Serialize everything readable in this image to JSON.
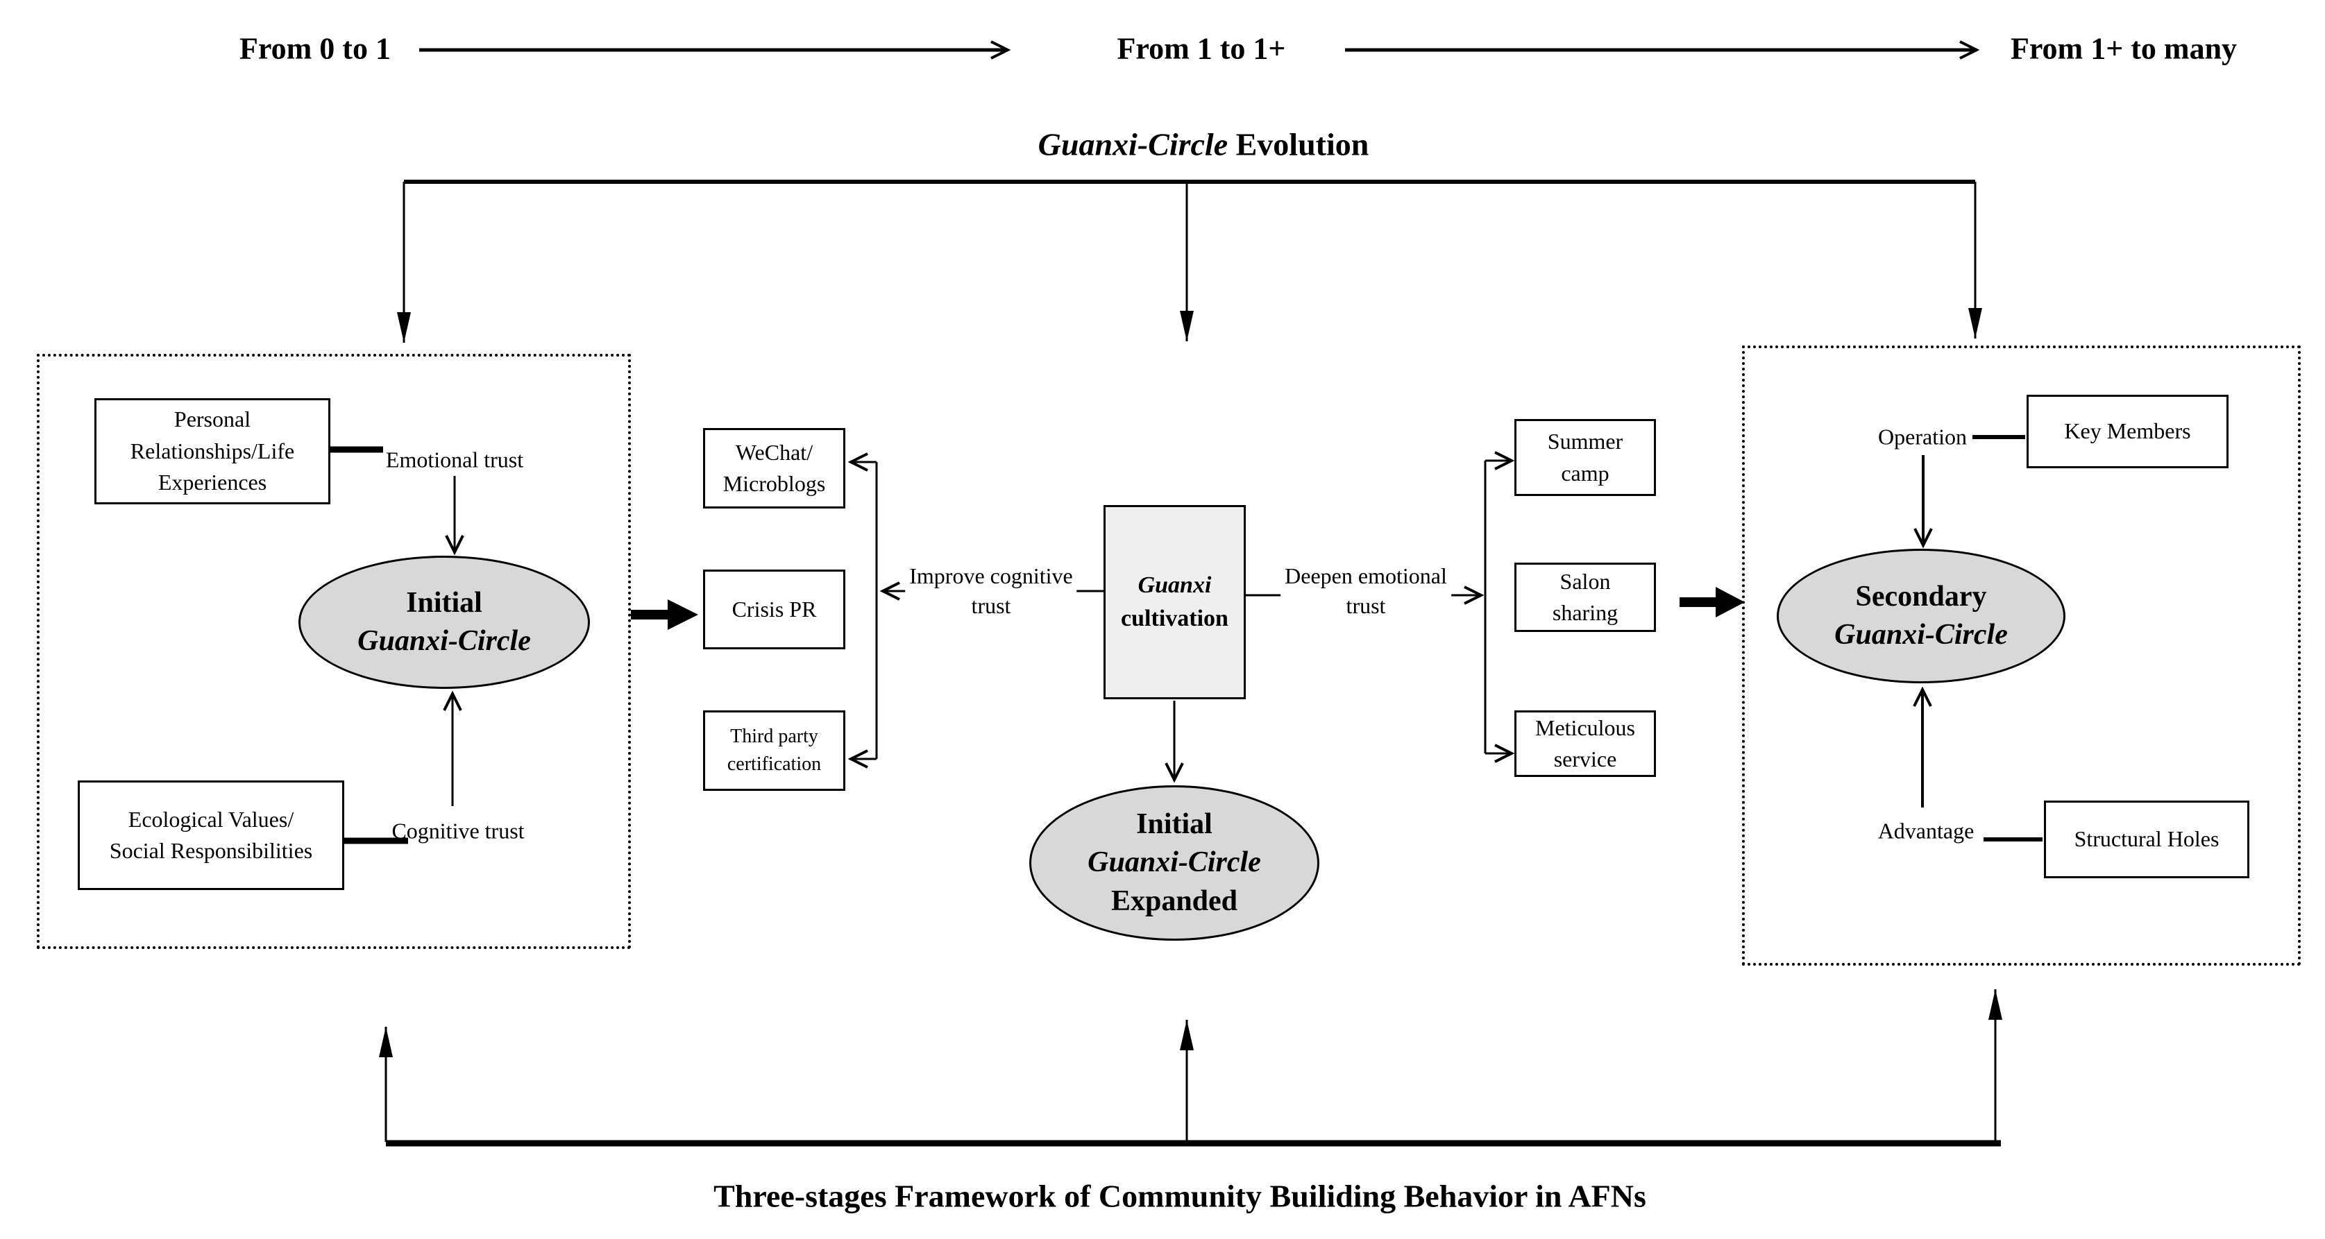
{
  "colors": {
    "background": "#ffffff",
    "line": "#000000",
    "ellipse_fill": "#d8d8d8",
    "cultivation_fill": "#efefef"
  },
  "axis": {
    "stage1": "From 0 to 1",
    "stage2": "From 1 to 1+",
    "stage3": "From 1+ to many"
  },
  "evolution_title": {
    "italic": "Guanxi-Circle",
    "rest": " Evolution"
  },
  "stage1": {
    "personal_lines": [
      "Personal",
      "Relationships/Life",
      "Experiences"
    ],
    "emotional_trust": "Emotional trust",
    "initial_ellipse": {
      "line1": "Initial",
      "line2": "Guanxi-Circle"
    },
    "cognitive_trust": "Cognitive trust",
    "ecological_lines": [
      "Ecological Values/",
      "Social Responsibilities"
    ]
  },
  "stage2": {
    "wechat_lines": [
      "WeChat/",
      "Microblogs"
    ],
    "crisis": "Crisis PR",
    "third_lines": [
      "Third party",
      "certification"
    ],
    "improve_lines": [
      "Improve cognitive",
      "trust"
    ],
    "cultivation": {
      "line1": "Guanxi",
      "line2": "cultivation"
    },
    "deepen_lines": [
      "Deepen emotional",
      "trust"
    ],
    "summer_lines": [
      "Summer",
      "camp"
    ],
    "salon_lines": [
      "Salon",
      "sharing"
    ],
    "meticulous_lines": [
      "Meticulous",
      "service"
    ],
    "expanded_ellipse": {
      "line1": "Initial",
      "line2": "Guanxi-Circle",
      "line3": "Expanded"
    }
  },
  "stage3": {
    "operation": "Operation",
    "key_members": "Key Members",
    "secondary_ellipse": {
      "line1": "Secondary",
      "line2": "Guanxi-Circle"
    },
    "advantage": "Advantage",
    "structural_holes": "Structural Holes"
  },
  "footer_title": "Three-stages Framework of Community Builiding Behavior in AFNs"
}
